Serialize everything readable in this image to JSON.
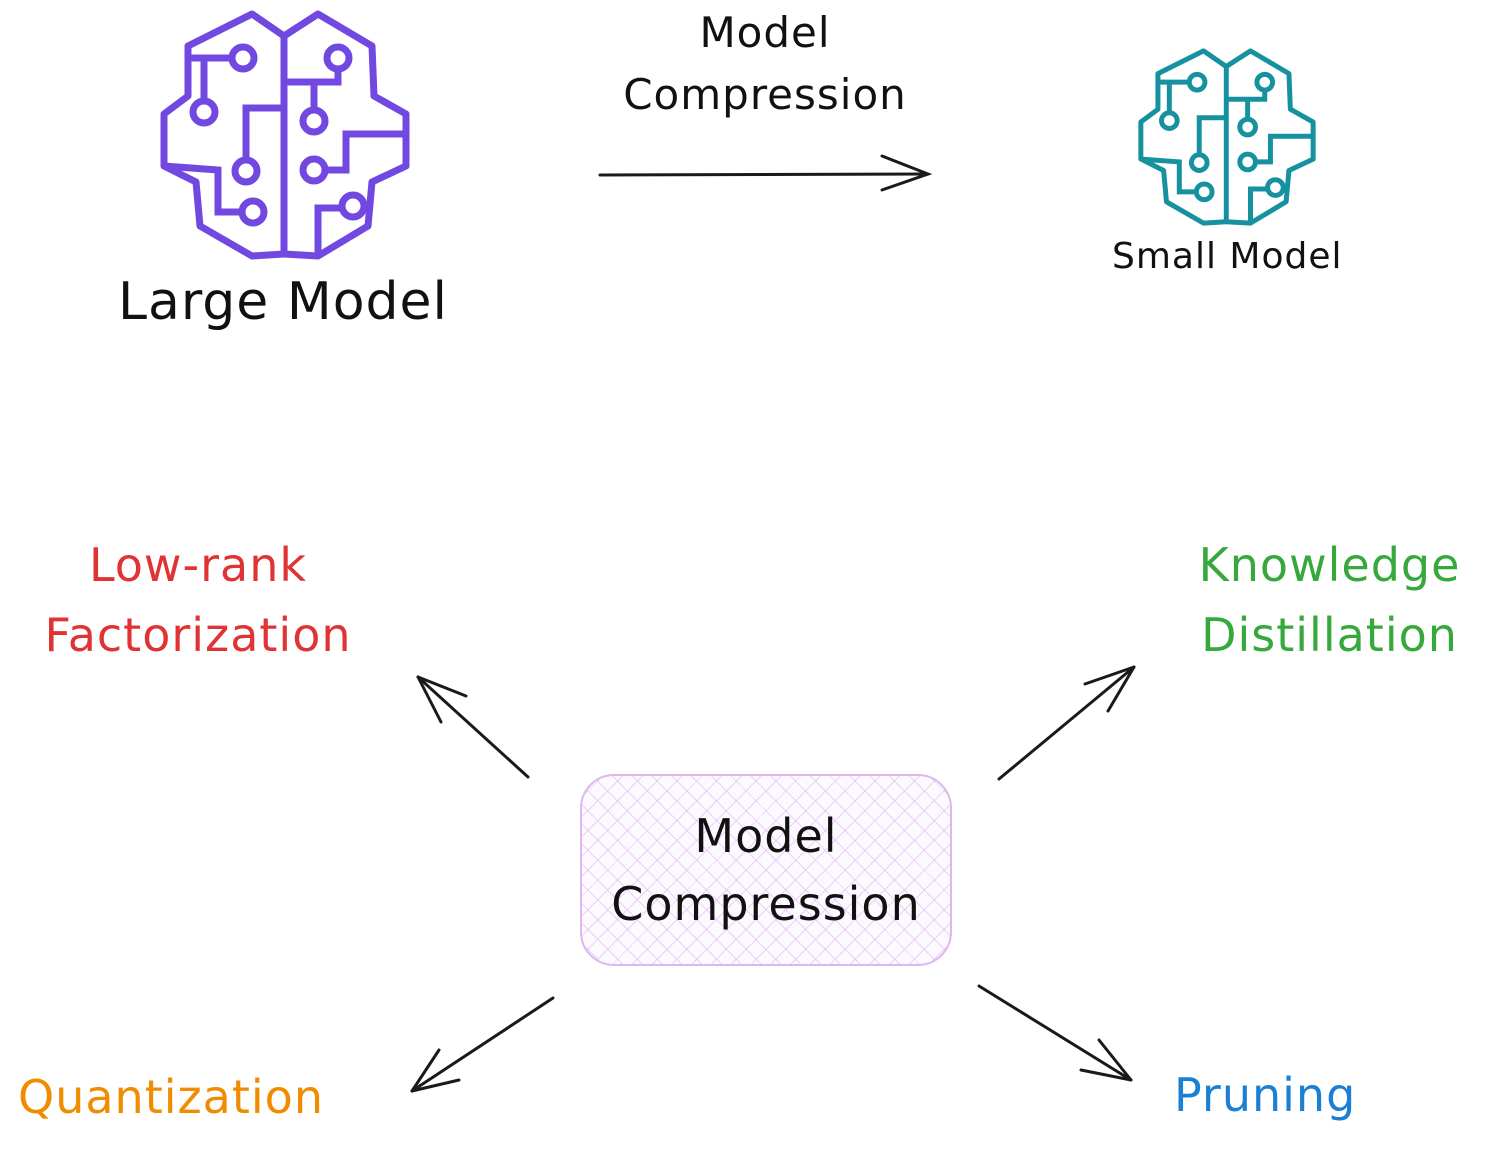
{
  "top": {
    "large_model": {
      "label": "Large Model",
      "icon": "brain-circuit-icon",
      "color": "#7148e0"
    },
    "arrow_label": {
      "line1": "Model",
      "line2": "Compression"
    },
    "small_model": {
      "label": "Small Model",
      "icon": "brain-circuit-icon",
      "color": "#16919f"
    }
  },
  "center": {
    "line1": "Model",
    "line2": "Compression",
    "border_color": "#dcb8ec"
  },
  "techniques": [
    {
      "id": "low-rank",
      "line1": "Low-rank",
      "line2": "Factorization",
      "color": "#e03434",
      "position": "top-left"
    },
    {
      "id": "knowledge-distillation",
      "line1": "Knowledge",
      "line2": "Distillation",
      "color": "#36a83c",
      "position": "top-right"
    },
    {
      "id": "quantization",
      "line1": "Quantization",
      "color": "#f08c00",
      "position": "bottom-left"
    },
    {
      "id": "pruning",
      "line1": "Pruning",
      "color": "#1b7fd4",
      "position": "bottom-right"
    }
  ]
}
